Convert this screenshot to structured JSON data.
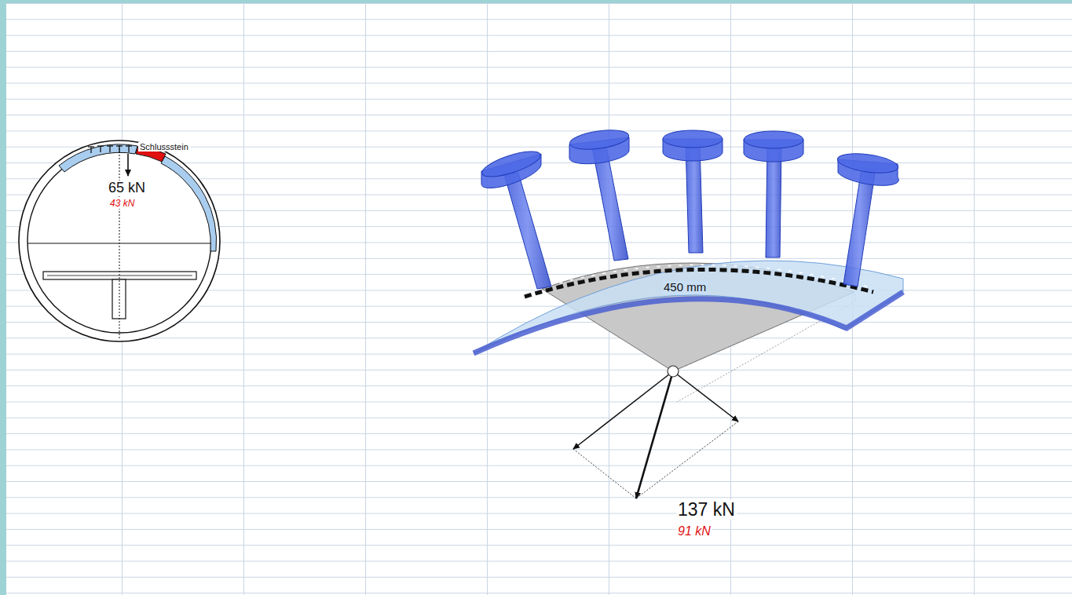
{
  "diagram": {
    "labels": [
      "Schlussstein",
      "65 kN",
      "43 kN",
      "450 mm",
      "137 kN",
      "91 kN"
    ]
  }
}
